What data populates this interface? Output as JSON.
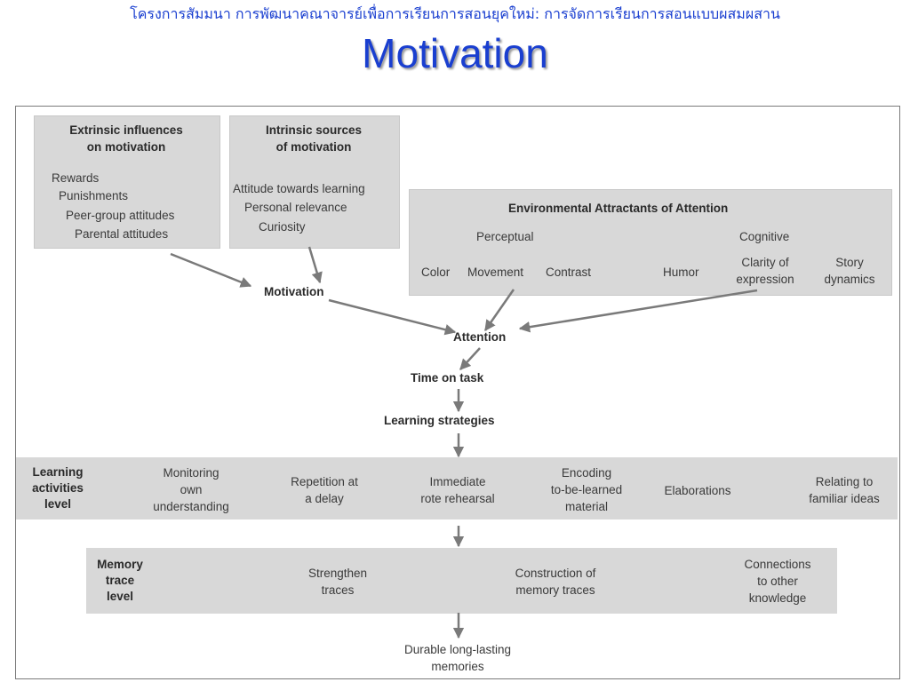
{
  "header": "โครงการสัมมนา การพัฒนาคณาจารย์เพื่อการเรียนการสอนยุคใหม่: การจัดการเรียนการสอนแบบผสมผสาน",
  "title": "Motivation",
  "extrinsic": {
    "heading": [
      "Extrinsic influences",
      "on motivation"
    ],
    "items": [
      "Rewards",
      "Punishments",
      "Peer-group attitudes",
      "Parental attitudes"
    ]
  },
  "intrinsic": {
    "heading": [
      "Intrinsic sources",
      "of motivation"
    ],
    "items": [
      "Attitude towards learning",
      "Personal relevance",
      "Curiosity"
    ]
  },
  "environmental": {
    "heading": "Environmental Attractants of Attention",
    "perceptual": "Perceptual",
    "cognitive": "Cognitive",
    "items": [
      "Color",
      "Movement",
      "Contrast",
      "Humor",
      "Clarity of",
      "expression",
      "Story",
      "dynamics"
    ]
  },
  "flow": {
    "motivation": "Motivation",
    "attention": "Attention",
    "time_on_task": "Time on task",
    "learning_strategies": "Learning strategies"
  },
  "learning_activities": {
    "label": [
      "Learning",
      "activities",
      "level"
    ],
    "items": [
      [
        "Monitoring",
        "own",
        "understanding"
      ],
      [
        "Repetition at",
        "a delay"
      ],
      [
        "Immediate",
        "rote rehearsal"
      ],
      [
        "Encoding",
        "to-be-learned",
        "material"
      ],
      [
        "Elaborations"
      ],
      [
        "Relating to",
        "familiar ideas"
      ]
    ]
  },
  "memory_trace": {
    "label": [
      "Memory",
      "trace",
      "level"
    ],
    "items": [
      [
        "Strengthen",
        "traces"
      ],
      [
        "Construction of",
        "memory traces"
      ],
      [
        "Connections",
        "to other",
        "knowledge"
      ]
    ]
  },
  "outcome": [
    "Durable long-lasting",
    "memories"
  ]
}
